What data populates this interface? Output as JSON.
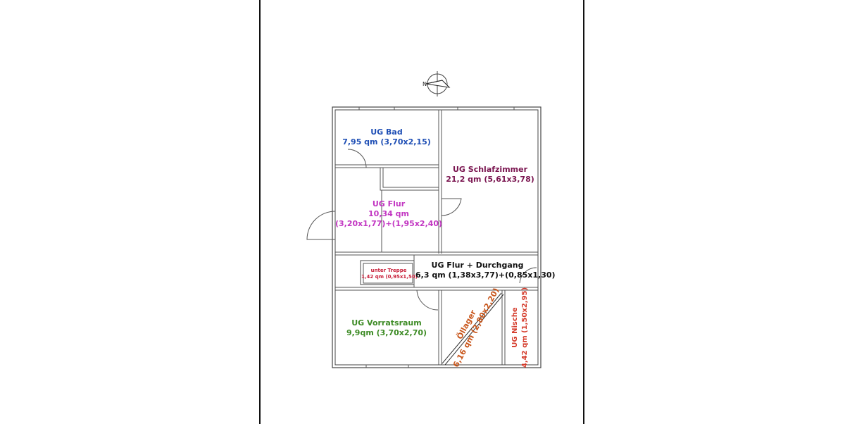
{
  "compass": {
    "north_letter": "N"
  },
  "rooms": {
    "bad": {
      "name": "UG Bad",
      "area": "7,95 qm (3,70x2,15)",
      "color": "#1f4fb5"
    },
    "schlafzimmer": {
      "name": "UG Schlafzimmer",
      "area": "21,2 qm (5,61x3,78)",
      "color": "#7a1550"
    },
    "flur": {
      "name": "UG Flur",
      "area": "10,34 qm",
      "detail": "(3,20x1,77)+(1,95x2,40)",
      "color": "#c236c2"
    },
    "treppe": {
      "name": "unter Treppe",
      "area": "1,42 qm (0,95x1,50)",
      "color": "#c8203a"
    },
    "durchgang": {
      "name": "UG Flur + Durchgang",
      "area": "6,3 qm (1,38x3,77)+(0,85x1,30)",
      "color": "#111111"
    },
    "vorratsraum": {
      "name": "UG Vorratsraum",
      "area": "9,9qm (3,70x2,70)",
      "color": "#3d8b25"
    },
    "oellager": {
      "name": "Öllager",
      "area": "6,16 qm (2,80x2,20)",
      "color": "#c8551a"
    },
    "nische": {
      "name": "UG Nische",
      "area": "4,42 qm (1,50x2,95)",
      "color": "#d43a2a"
    }
  }
}
